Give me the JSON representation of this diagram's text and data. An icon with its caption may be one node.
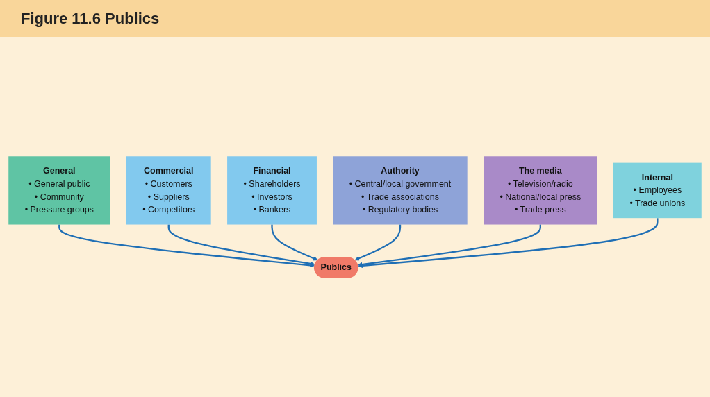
{
  "diagram": {
    "title": "Figure 11.6 Publics",
    "nodes": [
      {
        "text": [
          "General",
          "• General public",
          "• Community",
          "• Pressure groups"
        ]
      },
      {
        "text": [
          "Commercial",
          "• Customers",
          "• Suppliers",
          "• Competitors"
        ]
      },
      {
        "text": [
          "Financial",
          "• Shareholders",
          "• Investors",
          "• Bankers"
        ]
      },
      {
        "text": [
          "Publics"
        ]
      },
      {
        "text": [
          "Authority",
          "• Central/local government",
          "• Trade associations",
          "• Regulatory bodies"
        ]
      },
      {
        "text": [
          "The media",
          "• Television/radio",
          "• National/local press",
          "• Trade press"
        ]
      },
      {
        "text": [
          "Internal",
          "• Employees",
          "• Trade unions"
        ]
      }
    ],
    "edges": [
      {
        "from": 0,
        "to": 3,
        "arrow": "to"
      },
      {
        "from": 1,
        "to": 3,
        "arrow": "to"
      },
      {
        "from": 2,
        "to": 3,
        "arrow": "to"
      },
      {
        "from": 4,
        "to": 3,
        "arrow": "to"
      },
      {
        "from": 5,
        "to": 3,
        "arrow": "to"
      },
      {
        "from": 6,
        "to": 3,
        "arrow": "to"
      }
    ]
  }
}
